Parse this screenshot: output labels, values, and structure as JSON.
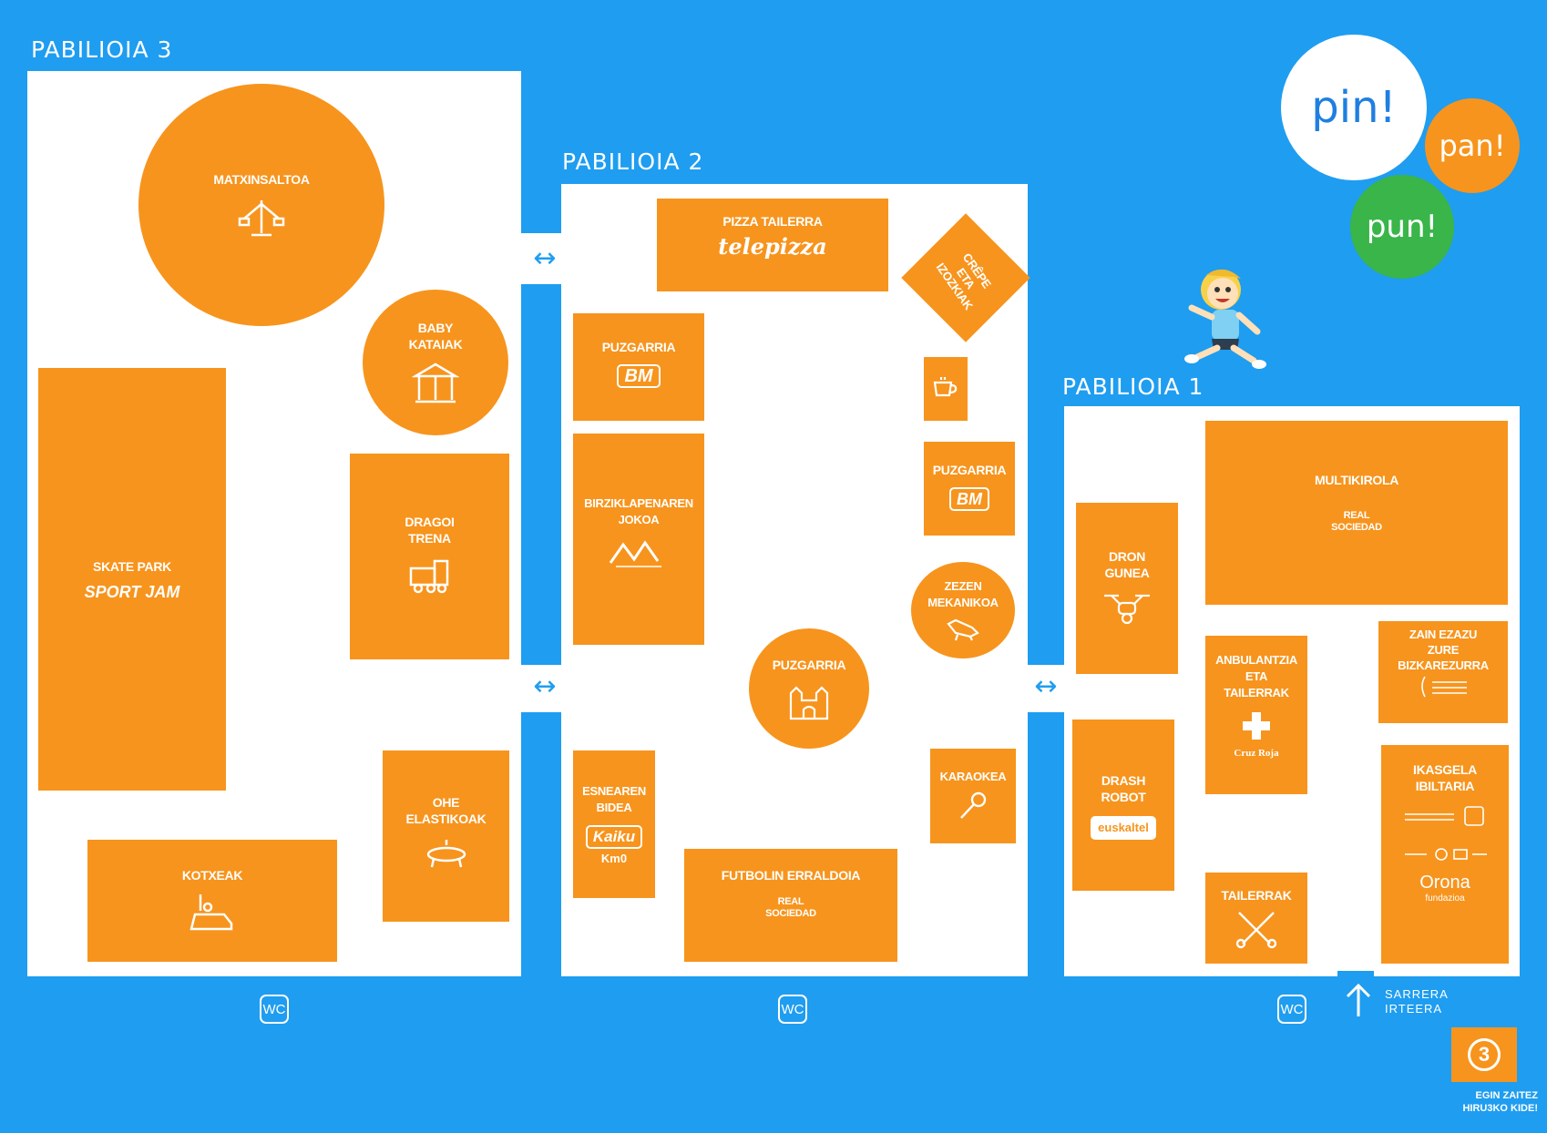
{
  "pavilions": {
    "p3": "PABILIOIA 3",
    "p2": "PABILIOIA 2",
    "p1": "PABILIOIA 1"
  },
  "logo": {
    "pin": "pin!",
    "pan": "pan!",
    "pun": "pun!"
  },
  "booths": {
    "matxinsaltoa": "MATXINSALTOA",
    "baby_kataiak": "BABY\nKATAIAK",
    "skate_park": "SKATE PARK",
    "skate_sponsor": "SPORT JAM",
    "dragoi_trena": "DRAGOI\nTRENA",
    "ohe_elastikoak": "OHE\nELASTIKOAK",
    "kotxeak": "KOTXEAK",
    "pizza_tailerra": "PIZZA TAILERRA",
    "pizza_sponsor": "telepizza",
    "crepe": "CRÊPE\nETA\nIZOZKIAK",
    "puzgarria_1": "PUZGARRIA",
    "puzgarria_1_sponsor": "BM",
    "puzgarria_2": "PUZGARRIA",
    "puzgarria_2_sponsor": "BM",
    "birziklapena": "BIRZIKLAPENAREN\nJOKOA",
    "zezen": "ZEZEN\nMEKANIKOA",
    "puzgarria_3": "PUZGARRIA",
    "karaokea": "KARAOKEA",
    "esnearen_bidea": "ESNEAREN\nBIDEA",
    "esne_sponsor_1": "Kaiku",
    "esne_sponsor_2": "Km0",
    "futbolin": "FUTBOLIN ERRALDOIA",
    "futbolin_sponsor": "REAL\nSOCIEDAD",
    "multikirola": "MULTIKIROLA",
    "multikirola_sponsor": "REAL\nSOCIEDAD",
    "dron_gunea": "DRON\nGUNEA",
    "drash_robot": "DRASH\nROBOT",
    "drash_sponsor": "euskaltel",
    "anbulantzia": "ANBULANTZIA\nETA\nTAILERRAK",
    "anbulantzia_sponsor": "Cruz Roja",
    "zain_ezazu": "ZAIN EZAZU\nZURE\nBIZKAREZURRA",
    "tailerrak": "TAILERRAK",
    "ikasgela": "IKASGELA\nIBILTARIA",
    "ikasgela_sponsor": "Orona",
    "ikasgela_sponsor_sub": "fundazioa"
  },
  "facilities": {
    "wc": "WC",
    "entrance_line1": "SARRERA",
    "entrance_line2": "IRTEERA",
    "club_number": "3",
    "club_line1": "EGIN ZAITEZ",
    "club_line2": "HIRU3KO KIDE!"
  },
  "colors": {
    "background": "#1f9df0",
    "booth": "#f7941d",
    "hall": "#ffffff",
    "pin": "#ffffff",
    "pan": "#f7941d",
    "pun": "#39b54a"
  },
  "icons": [
    "carousel-icon",
    "train-icon",
    "trampoline-icon",
    "bumper-car-icon",
    "coffee-icon",
    "bull-icon",
    "bouncy-castle-icon",
    "microphone-icon",
    "drone-icon",
    "first-aid-cross-icon",
    "tools-icon",
    "arrow-up-icon"
  ]
}
